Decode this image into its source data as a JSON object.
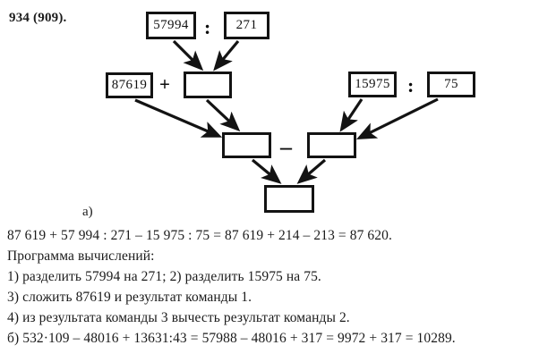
{
  "problem_number": "934 (909).",
  "diagram": {
    "part_label": "a)",
    "boxes": [
      {
        "name": "dividend-1",
        "value": "57994"
      },
      {
        "name": "divisor-1",
        "value": "271"
      },
      {
        "name": "addend",
        "value": "87619"
      },
      {
        "name": "quotient-1",
        "value": ""
      },
      {
        "name": "dividend-2",
        "value": "15975"
      },
      {
        "name": "divisor-2",
        "value": "75"
      },
      {
        "name": "sum",
        "value": ""
      },
      {
        "name": "quotient-2",
        "value": ""
      },
      {
        "name": "result",
        "value": ""
      }
    ],
    "operators": {
      "colon_1": ":",
      "plus": "+",
      "colon_2": ":",
      "minus": "–"
    },
    "ink_color": "#131313"
  },
  "solution": {
    "lines": [
      "87 619 + 57 994 : 271 – 15 975 : 75 = 87 619 + 214 – 213 = 87 620.",
      "Программа вычислений:",
      "1) разделить 57994 на 271;  2) разделить 15975 на 75.",
      "3) сложить 87619 и результат команды 1.",
      "4) из результата команды 3 вычесть результат команды 2.",
      "б) 532·109 – 48016 + 13631:43 = 57988 – 48016 + 317 = 9972 + 317 = 10289."
    ]
  }
}
